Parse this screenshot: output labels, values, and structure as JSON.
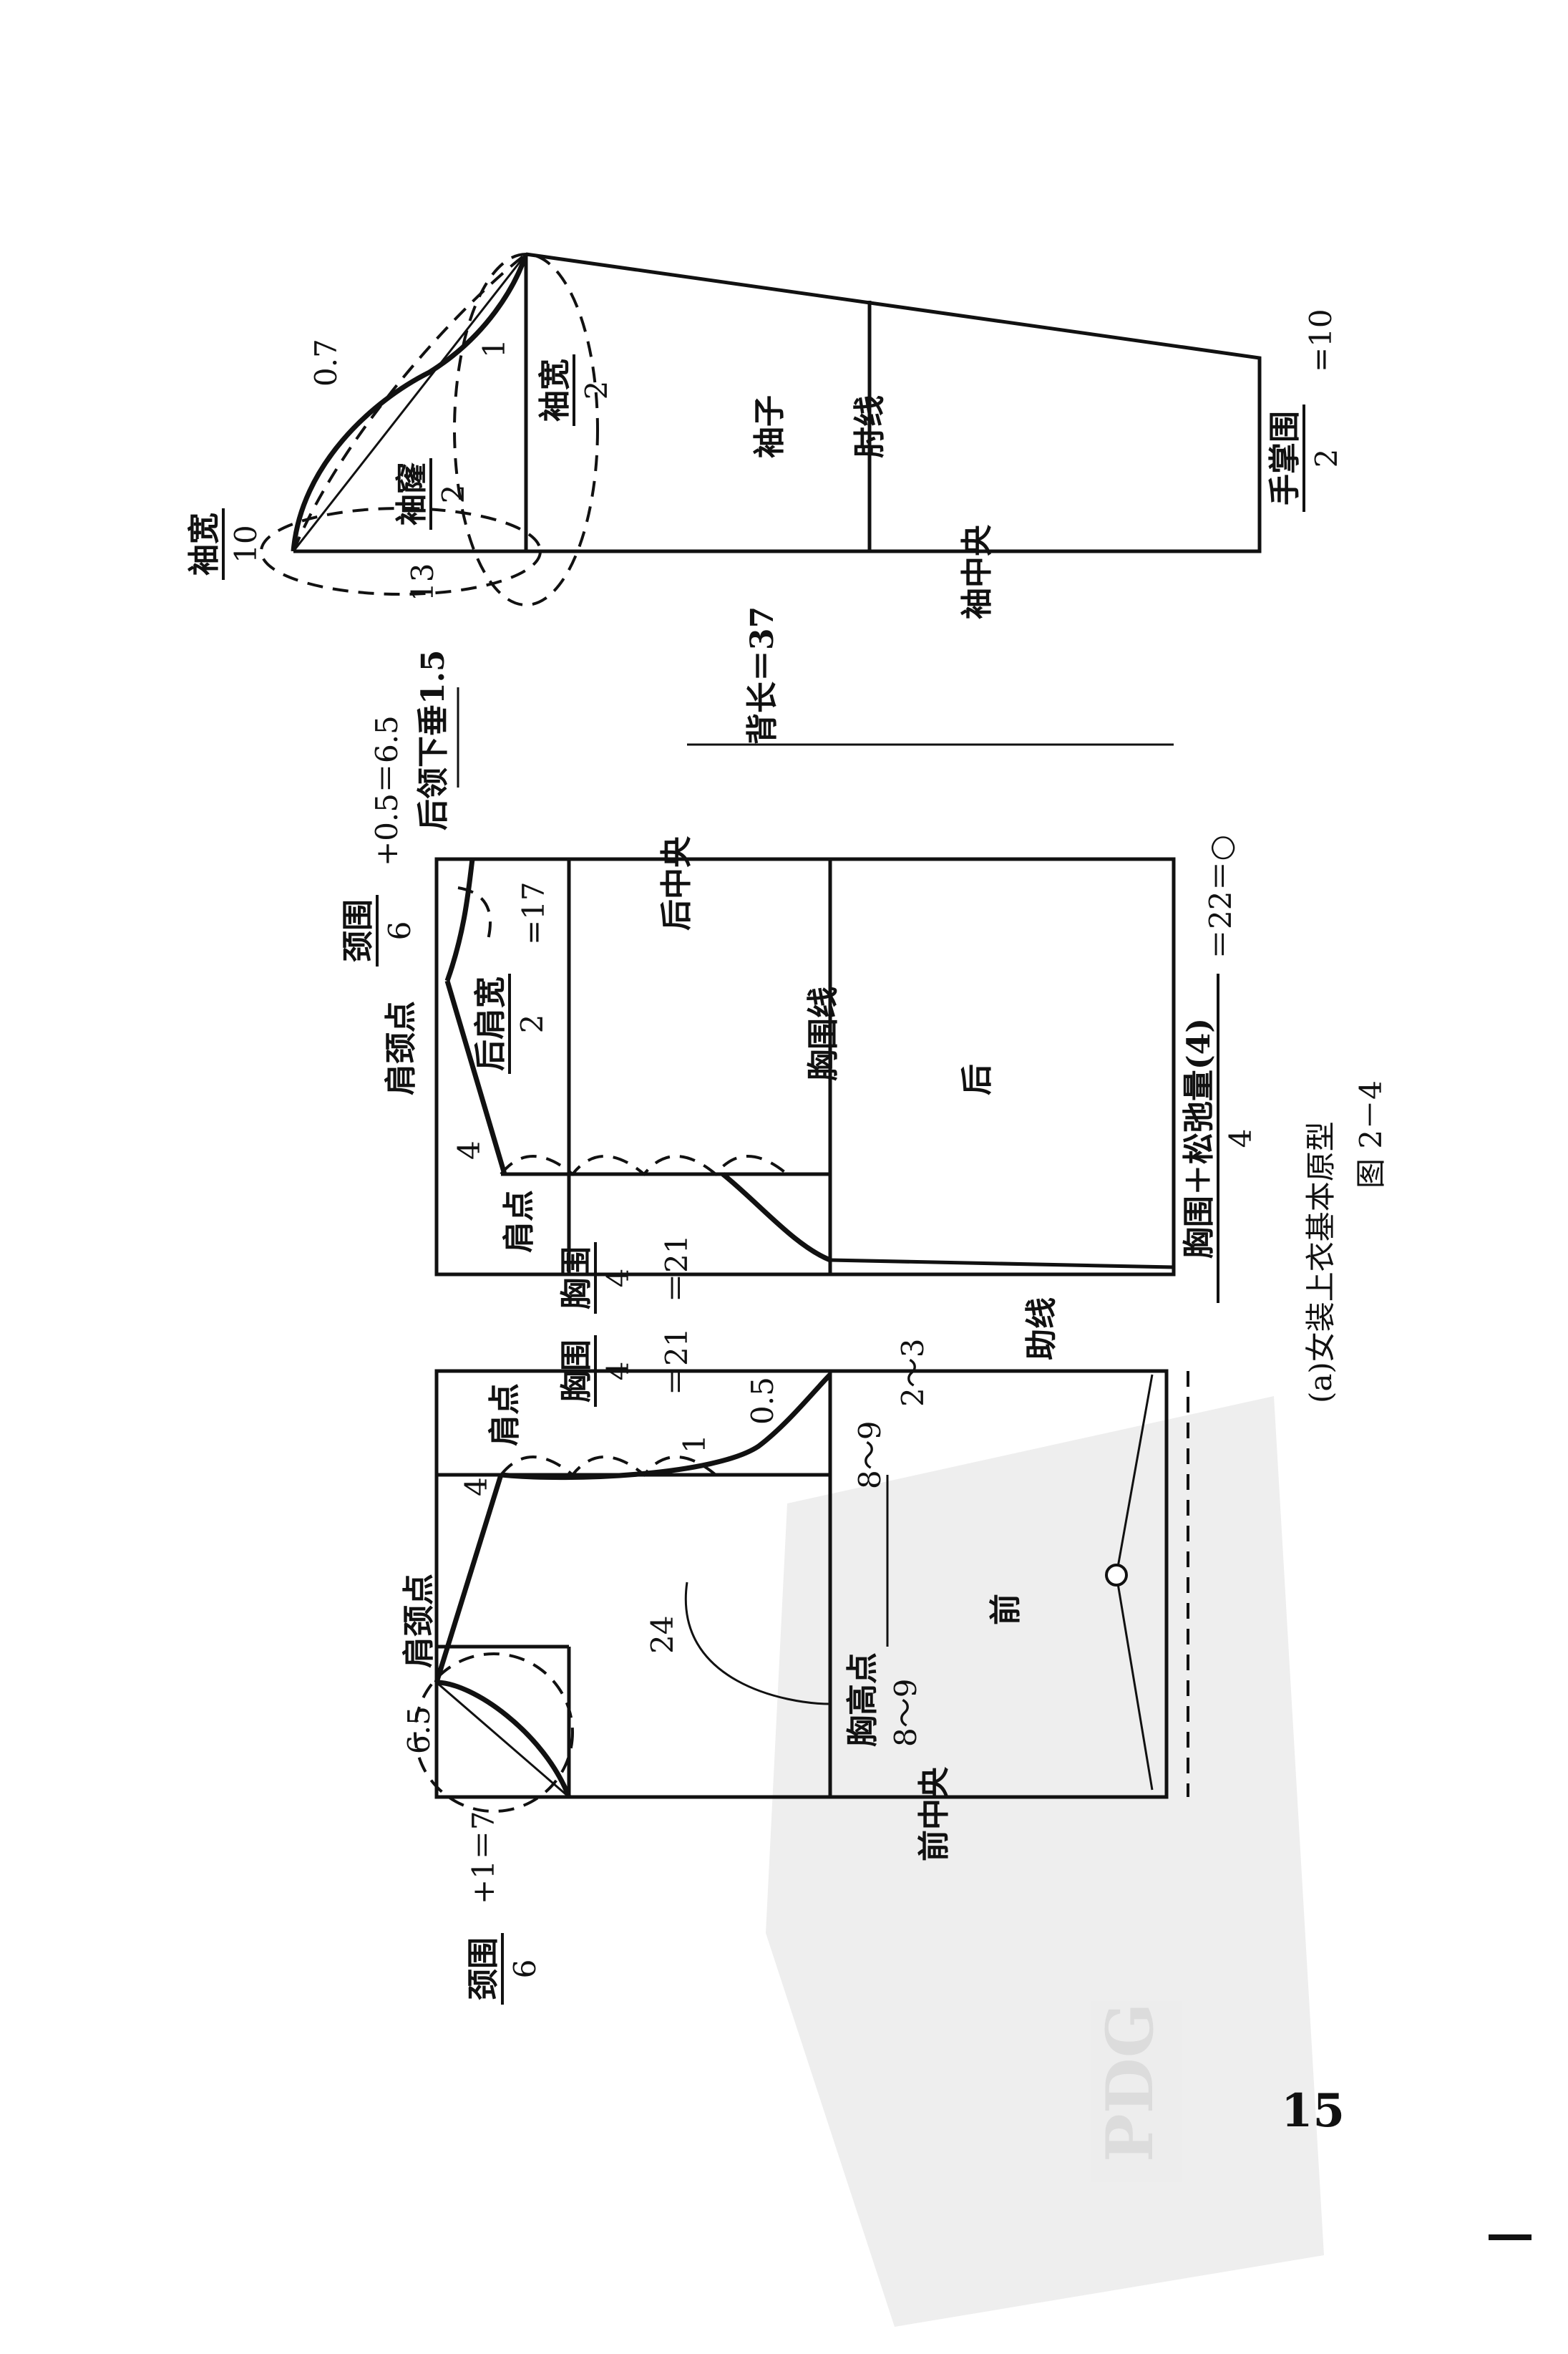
{
  "page_number": "15",
  "caption": {
    "sub": "(a)女装上衣基本原型",
    "figure": "图 2－4"
  },
  "sleeve": {
    "width_over_10": {
      "num": "袖宽",
      "den": "10"
    },
    "cap_offset": "0.7",
    "depth_13": "13",
    "cap_height": {
      "num": "袖窿",
      "den": "2"
    },
    "width_half": {
      "num": "袖宽",
      "den": "2"
    },
    "mark_1": "1",
    "name": "袖子",
    "elbow": "肘线",
    "center": "袖中央",
    "wrist": {
      "num": "手掌围",
      "den": "2",
      "eq": "=10"
    }
  },
  "back": {
    "neck": {
      "num": "颈围",
      "den": "6",
      "eq": "+0.5＝6.5"
    },
    "neck_drop": "后领下垂1.5",
    "back_length": "背长＝37",
    "shoulder_neck_point": "肩颈点",
    "shoulder_width": {
      "num": "后肩宽",
      "den": "2",
      "eq": "=17"
    },
    "center": "后中央",
    "bust_line": "胸围线",
    "name": "后",
    "offset_4": "4",
    "shoulder_point": "肩点",
    "bust": {
      "num": "胸围",
      "den": "4",
      "eq": "＝21"
    },
    "hem": {
      "num": "胸围＋松弛量(4)",
      "den": "4",
      "eq": "＝22＝○"
    }
  },
  "front": {
    "bust": {
      "num": "胸围",
      "den": "4",
      "eq": "＝21"
    },
    "shoulder_point": "肩点",
    "offset_4": "4",
    "mark_1": "1",
    "mark_05": "0.5",
    "shoulder_neck_point": "肩颈点",
    "neck_65": "6.5",
    "neck": {
      "num": "颈围",
      "den": "6",
      "eq": "+1＝7"
    },
    "len_24": "24",
    "bust_point": "胸高点",
    "bp_8_9": "8～9",
    "dart_8_9": "8～9",
    "side_2_3": "2～3",
    "name": "前",
    "center": "前中央",
    "side_line": "助线"
  },
  "watermark": "PDG"
}
